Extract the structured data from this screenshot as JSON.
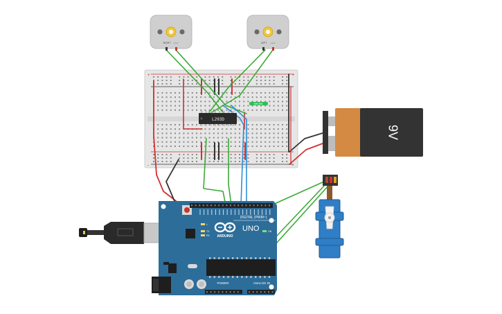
{
  "motors": [
    {
      "label": "RIGHT",
      "sub": "motor"
    },
    {
      "label": "LEFT",
      "sub": "motor"
    }
  ],
  "chip": {
    "label": "L293D"
  },
  "breadboard": {
    "tag": "MH-MN"
  },
  "battery": {
    "label": "9V"
  },
  "arduino": {
    "brand": "ARDUINO",
    "model": "UNO",
    "digital_label": "DIGITAL (PWM~)",
    "power_label": "POWER",
    "analog_label": "ANALOG IN",
    "on_label": "ON",
    "tx_label": "TX",
    "rx_label": "RX",
    "l_label": "L"
  },
  "colors": {
    "wire_red": "#d32f2f",
    "wire_black": "#333333",
    "wire_green": "#3aaa35",
    "wire_blue": "#2b8fd6",
    "arduino_board": "#2d6d9a",
    "battery_body": "#333333",
    "battery_cap": "#d48a43",
    "servo_body": "#2f7ec6"
  }
}
